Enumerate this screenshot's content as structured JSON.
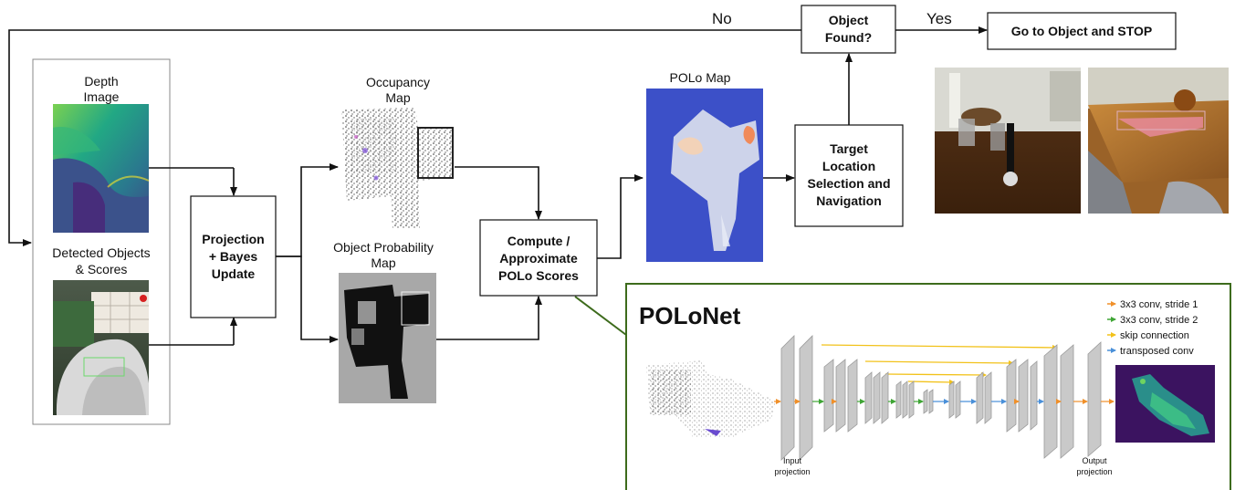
{
  "loop": {
    "no_label": "No",
    "yes_label": "Yes"
  },
  "nodes": {
    "object_found": [
      "Object",
      "Found?"
    ],
    "goto_stop": "Go to Object and STOP",
    "depth_image": [
      "Depth",
      "Image"
    ],
    "detected_objects": [
      "Detected Objects",
      "& Scores"
    ],
    "projection_update": [
      "Projection",
      "+ Bayes",
      "Update"
    ],
    "occupancy_map": [
      "Occupancy",
      "Map"
    ],
    "object_probability_map": [
      "Object Probability",
      "Map"
    ],
    "compute_polo": [
      "Compute /",
      "Approximate",
      "POLo Scores"
    ],
    "polo_map": "POLo Map",
    "target_selection": [
      "Target",
      "Location",
      "Selection and",
      "Navigation"
    ]
  },
  "polonet": {
    "title": "POLoNet",
    "legend": [
      {
        "label": "3x3 conv, stride 1",
        "color": "#f0902a"
      },
      {
        "label": "3x3 conv, stride 2",
        "color": "#3fa535"
      },
      {
        "label": "skip connection",
        "color": "#f2c21a"
      },
      {
        "label": "transposed conv",
        "color": "#4a90d9"
      }
    ],
    "input_label": [
      "Input",
      "projection"
    ],
    "output_label": [
      "Output",
      "projection"
    ]
  },
  "colors": {
    "polonet_border": "#3d6b1c",
    "polo_blue": "#3c50c8",
    "gray_map": "#a8a8a8"
  }
}
